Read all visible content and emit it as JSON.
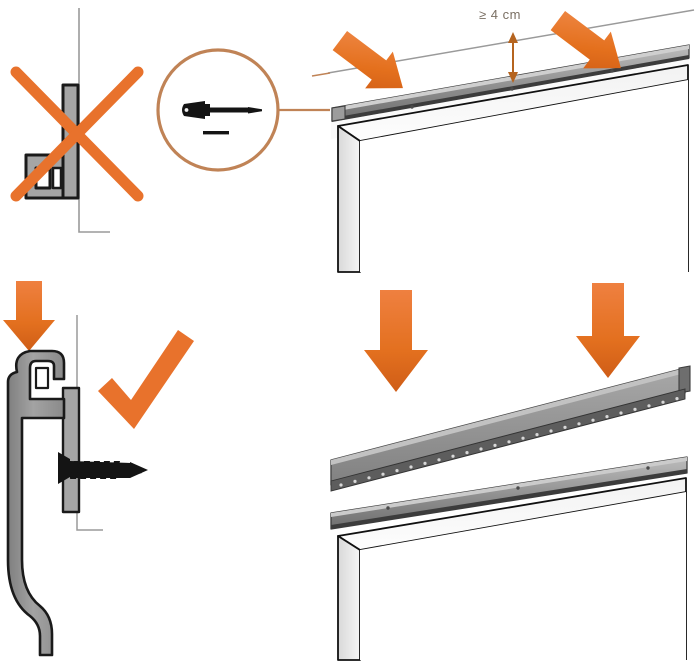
{
  "document": {
    "kind": "installation-instruction-diagram",
    "subject": "Mounting rail and cassette installation above window reveal",
    "background_color": "#ffffff"
  },
  "palette": {
    "accent_orange": "#e8722c",
    "accent_orange_dark": "#d9601f",
    "callout_circle": "#c08356",
    "metal_gray": "#8e8e8e",
    "metal_gray_light": "#b3b3b3",
    "metal_gray_dark": "#5a5a5a",
    "outline_black": "#1a1a1a",
    "guide_line": "#9a9a9a",
    "dim_text": "#7a6f63",
    "wall_light": "#fdfdfd",
    "wall_shade": "#e3e3e3"
  },
  "panels": {
    "top_left": {
      "name": "incorrect-mounting-profile",
      "meaning": "Do not mount on this profile",
      "marker": "cross",
      "marker_color": "#e8722c"
    },
    "top_middle": {
      "name": "screwdriver-callout",
      "meaning": "Magnified detail showing screwdriver / fixing point",
      "circle_color": "#c08356",
      "tool": "screwdriver",
      "has_leader_line": true
    },
    "top_right": {
      "name": "rail-mounting-perspective",
      "meaning": "Mount the rail above the opening, keeping minimum clearance",
      "arrow_count": 2,
      "arrow_direction": "down-right",
      "dimension": {
        "label": "≥ 4 cm",
        "value": 4,
        "unit": "cm",
        "comparator": "≥",
        "arrow_style": "double-headed-vertical"
      }
    },
    "bottom_left": {
      "name": "correct-mounting-profile",
      "meaning": "Correct: fix with screw through bracket into the profile",
      "marker": "check",
      "marker_color": "#e8722c",
      "fastener": "screw",
      "has_down_arrow": true
    },
    "bottom_right": {
      "name": "cassette-drop-on-rail",
      "meaning": "Lower the cassette onto the mounted rail",
      "arrow_count": 2,
      "arrow_direction": "down"
    }
  },
  "labels": {
    "min_clearance": "≥ 4 cm"
  }
}
